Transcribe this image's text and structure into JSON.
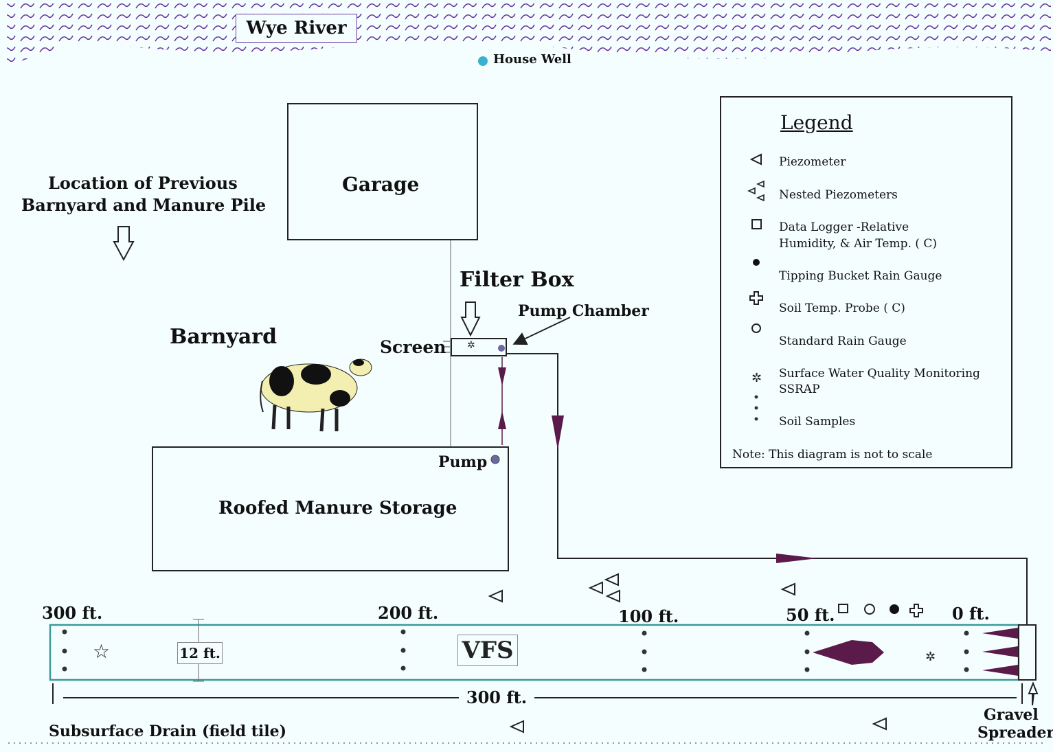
{
  "river": {
    "label": "Wye River"
  },
  "house_well": {
    "label": "House Well"
  },
  "garage": {
    "label": "Garage"
  },
  "previous_barnyard": {
    "line1": "Location of Previous",
    "line2": "Barnyard and Manure Pile"
  },
  "filter_box": {
    "label": "Filter Box"
  },
  "pump_chamber": {
    "label": "Pump Chamber"
  },
  "barnyard": {
    "label": "Barnyard"
  },
  "screen": {
    "label": "Screen"
  },
  "manure_storage": {
    "label": "Roofed Manure Storage",
    "pump_label": "Pump"
  },
  "vfs": {
    "label": "VFS",
    "width_label": "12 ft.",
    "length_label": "300 ft.",
    "distance_marks": [
      "300 ft.",
      "200 ft.",
      "100 ft.",
      "50 ft.",
      "0 ft."
    ]
  },
  "subsurface_drain": {
    "label": "Subsurface Drain (field tile)"
  },
  "gravel_spreader": {
    "line1": "Gravel",
    "line2": "Spreader"
  },
  "legend": {
    "title": "Legend",
    "items": [
      {
        "icon": "piezometer-icon",
        "label": "Piezometer"
      },
      {
        "icon": "nested-piezometers-icon",
        "label": "Nested Piezometers"
      },
      {
        "icon": "data-logger-icon",
        "label": "Data Logger  -Relative",
        "label2": "Humidity,  & Air Temp. (  C)"
      },
      {
        "icon": "tipping-bucket-rain-gauge-icon",
        "label": "Tipping Bucket Rain Gauge"
      },
      {
        "icon": "soil-temp-probe-icon",
        "label": "Soil Temp. Probe  (  C)"
      },
      {
        "icon": "standard-rain-gauge-icon",
        "label": "Standard Rain Gauge"
      },
      {
        "icon": "surface-water-quality-icon",
        "label": "Surface Water Quality Monitoring",
        "label2": "SSRAP"
      },
      {
        "icon": "soil-samples-icon",
        "label": "Soil Samples"
      }
    ],
    "note": "Note: This diagram is not to scale"
  },
  "colors": {
    "background": "#f5fefe",
    "river_wave": "#6a3aa2",
    "vfs_border": "#3a9a9a",
    "flow_arrow": "#5a1a4a",
    "well_dot": "#3ab0d0",
    "pump_dot": "#6a6aa0"
  }
}
